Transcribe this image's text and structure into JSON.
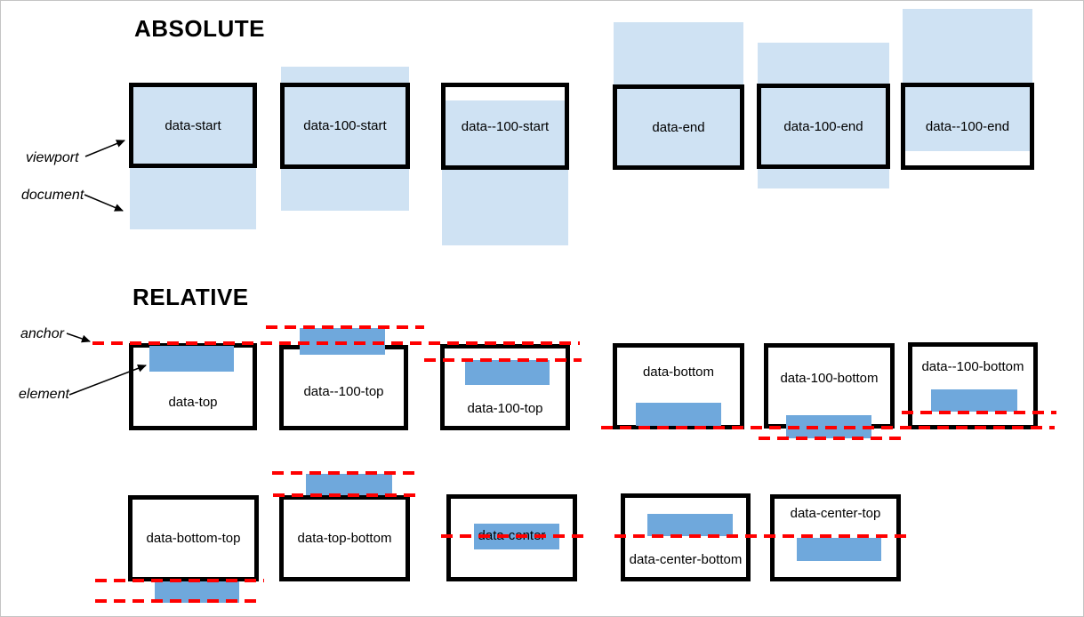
{
  "sections": {
    "absolute": {
      "title": "ABSOLUTE"
    },
    "relative": {
      "title": "RELATIVE"
    }
  },
  "annotations": {
    "viewport": {
      "label": "viewport"
    },
    "document": {
      "label": "document"
    },
    "anchor": {
      "label": "anchor"
    },
    "element": {
      "label": "element"
    }
  },
  "absolute_figures": [
    {
      "label": "data-start"
    },
    {
      "label": "data-100-start"
    },
    {
      "label": "data--100-start"
    },
    {
      "label": "data-end"
    },
    {
      "label": "data-100-end"
    },
    {
      "label": "data--100-end"
    }
  ],
  "relative_figures_row1": [
    {
      "label": "data-top"
    },
    {
      "label": "data--100-top"
    },
    {
      "label": "data-100-top"
    },
    {
      "label": "data-bottom"
    },
    {
      "label": "data-100-bottom"
    },
    {
      "label": "data--100-bottom"
    }
  ],
  "relative_figures_row2": [
    {
      "label": "data-bottom-top"
    },
    {
      "label": "data-top-bottom"
    },
    {
      "label": "data-center"
    },
    {
      "label": "data-center-bottom"
    },
    {
      "label": "data-center-top"
    }
  ],
  "colors": {
    "document_fill": "#cfe2f3",
    "element_fill": "#6fa8dc",
    "anchor_line": "#ff0000",
    "viewport_border": "#000000"
  }
}
